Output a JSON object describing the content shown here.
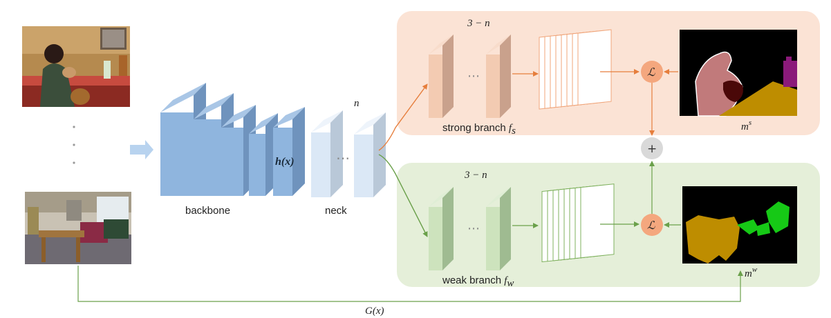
{
  "labels": {
    "backbone": "backbone",
    "neck": "neck",
    "h_x": "h(x)",
    "n": "n",
    "strong_branch": "strong branch ",
    "strong_sym": "f",
    "strong_sub": "s",
    "weak_branch": "weak branch ",
    "weak_sym": "f",
    "weak_sub": "w",
    "three_minus_n_top": "3 − n",
    "three_minus_n_bottom": "3 − n",
    "loss_top": "ℒ",
    "loss_bottom": "ℒ",
    "plus": "+",
    "m_s_base": "m",
    "m_s_sup": "s",
    "m_w_base": "m",
    "m_w_sup": "w",
    "g_x": "G(x)",
    "ellipsis": "⋯"
  },
  "colors": {
    "backbone_front": "#8fb5de",
    "backbone_side": "#6f93bd",
    "neck_front": "#dbe8f6",
    "neck_side": "#b9c8d8",
    "strong_panel": "#fbe3d5",
    "weak_panel": "#e5efd9",
    "strong_arrow": "#e67e3c",
    "weak_arrow": "#6aa04a",
    "loss_node": "#f4a77e",
    "plus_node": "#d9d9d9",
    "strong_block_front": "#f3cbb2",
    "strong_block_side": "#c9a18c",
    "weak_block_front": "#cde3bd",
    "weak_block_side": "#9fbb91"
  }
}
